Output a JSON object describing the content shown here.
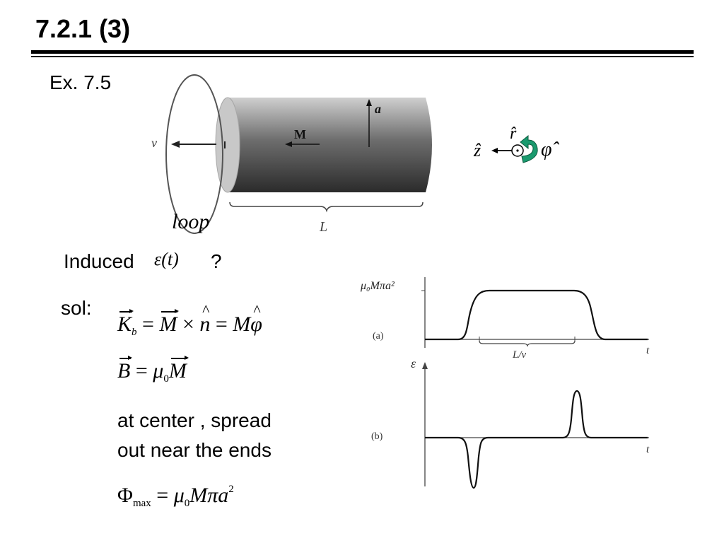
{
  "slide": {
    "title": "7.2.1 (3)",
    "example_label": "Ex. 7.5",
    "induced_label": "Induced",
    "induced_symbol": "ε(t)",
    "question_mark": "?",
    "sol_label": "sol:",
    "note_line1": "at center , spread",
    "note_line2": "out near the ends"
  },
  "figure_cylinder": {
    "velocity_label": "v",
    "magnetization_label": "M",
    "radius_label": "a",
    "loop_label": "loop",
    "length_label": "L"
  },
  "axes_symbol": {
    "r_label": "r̂",
    "z_label": "ẑ",
    "phi_label": "φ̂",
    "arrow_color": "#1a9a6e"
  },
  "equations": {
    "eq1": {
      "K": "K",
      "b": "b",
      "eq_a": "=",
      "M1": "M",
      "times": "×",
      "n": "n",
      "eq_b": "=",
      "M2": "M",
      "phi": "φ"
    },
    "eq2": {
      "B": "B",
      "eq": "=",
      "mu": "μ",
      "zero": "0",
      "M": "M"
    },
    "eq3": {
      "Phi": "Φ",
      "max": "max",
      "eq": "=",
      "mu": "μ",
      "zero": "0",
      "M": "M",
      "pi": "π",
      "a": "a",
      "two": "2"
    }
  },
  "graphs": {
    "graph_a": {
      "ymax_label": "μ₀Mπa²",
      "panel_label": "(a)",
      "x_label": "t",
      "span_label": "L/v"
    },
    "graph_b": {
      "y_label": "ε",
      "panel_label": "(b)",
      "x_label": "t"
    }
  }
}
